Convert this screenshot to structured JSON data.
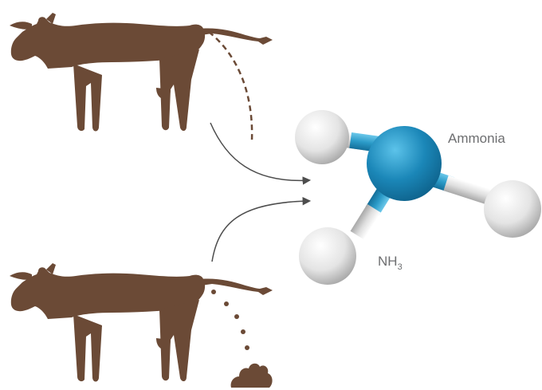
{
  "labels": {
    "molecule_name": "Ammonia",
    "formula_main": "NH",
    "formula_sub": "3"
  },
  "colors": {
    "cow": "#6b4a36",
    "urine_dash": "#6b4a36",
    "dung": "#6b4a36",
    "arrow": "#4d4d4d",
    "nitrogen_atom": "#1b87b8",
    "bond_blue": "#3aa5cf",
    "hydrogen_atom": "#e6e6e6",
    "label_text": "#6d6e70"
  },
  "icons": {
    "top": "cow-urinating-icon",
    "bottom": "cow-defecating-icon",
    "molecule": "ammonia-molecule-icon"
  }
}
